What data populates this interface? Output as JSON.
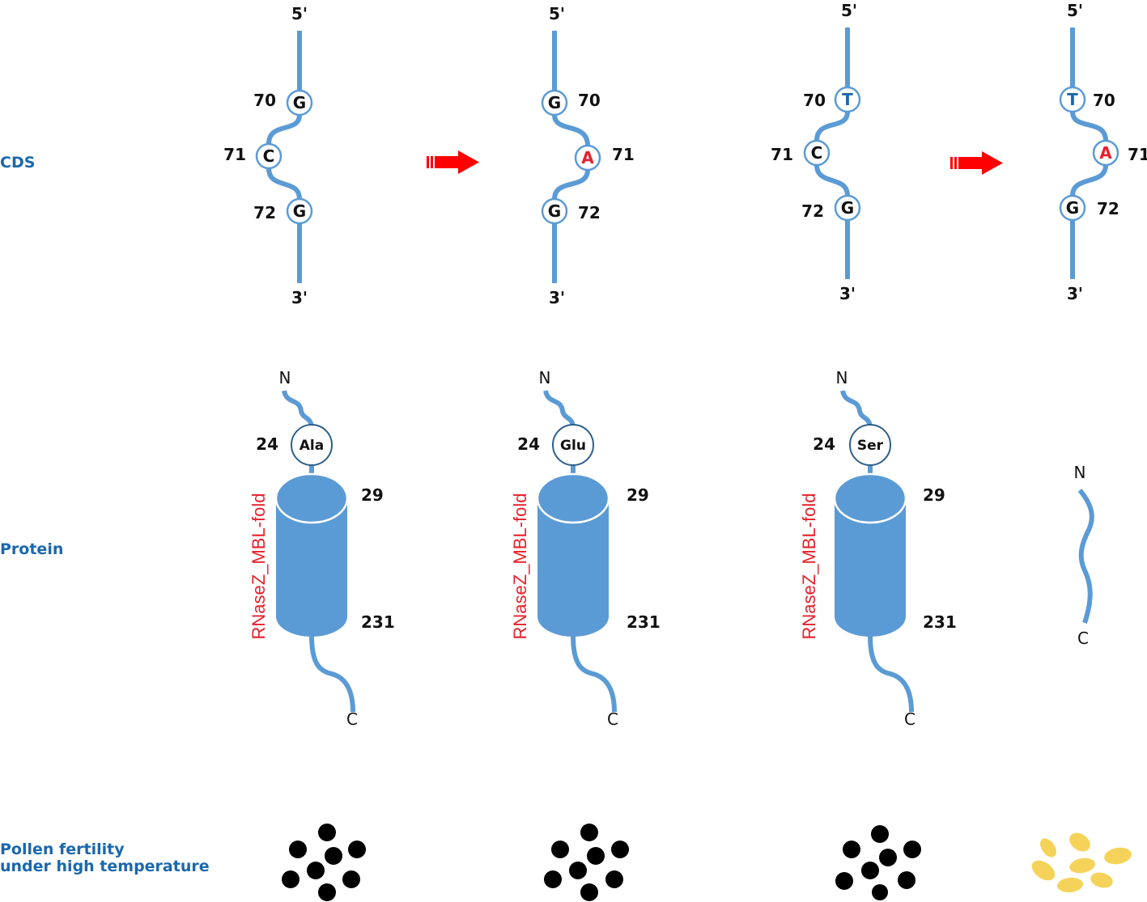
{
  "row_labels": {
    "cds": "CDS",
    "protein": "Protein",
    "pollen_line1": "Pollen fertility",
    "pollen_line2": "under high temperature"
  },
  "colors": {
    "strand": "#5b9bd5",
    "label_blue": "#1a68ad",
    "mutation_red": "#e8202a",
    "fertile_pollen": "#000000",
    "sterile_pollen": "#f5d35a"
  },
  "cds": [
    {
      "five": "5'",
      "three": "3'",
      "top": {
        "pos": "70",
        "base": "G"
      },
      "mid": {
        "pos": "71",
        "base": "C"
      },
      "bot": {
        "pos": "72",
        "base": "G"
      }
    },
    {
      "five": "5'",
      "three": "3'",
      "top": {
        "pos": "70",
        "base": "G"
      },
      "mid": {
        "pos": "71",
        "base": "A"
      },
      "bot": {
        "pos": "72",
        "base": "G"
      }
    },
    {
      "five": "5'",
      "three": "3'",
      "top": {
        "pos": "70",
        "base": "T"
      },
      "mid": {
        "pos": "71",
        "base": "C"
      },
      "bot": {
        "pos": "72",
        "base": "G"
      }
    },
    {
      "five": "5'",
      "three": "3'",
      "top": {
        "pos": "70",
        "base": "T"
      },
      "mid": {
        "pos": "71",
        "base": "A"
      },
      "bot": {
        "pos": "72",
        "base": "G"
      }
    }
  ],
  "arrows": [
    "mutation-arrow",
    "mutation-arrow"
  ],
  "proteins": [
    {
      "n": "N",
      "c": "C",
      "residue_pos": "24",
      "residue": "Ala",
      "domain": "RNaseZ_MBL-fold",
      "start": "29",
      "end": "231"
    },
    {
      "n": "N",
      "c": "C",
      "residue_pos": "24",
      "residue": "Glu",
      "domain": "RNaseZ_MBL-fold",
      "start": "29",
      "end": "231"
    },
    {
      "n": "N",
      "c": "C",
      "residue_pos": "24",
      "residue": "Ser",
      "domain": "RNaseZ_MBL-fold",
      "start": "29",
      "end": "231"
    }
  ],
  "truncated_protein": {
    "n": "N",
    "c": "C"
  },
  "pollen": [
    "fertile",
    "fertile",
    "fertile",
    "sterile"
  ]
}
